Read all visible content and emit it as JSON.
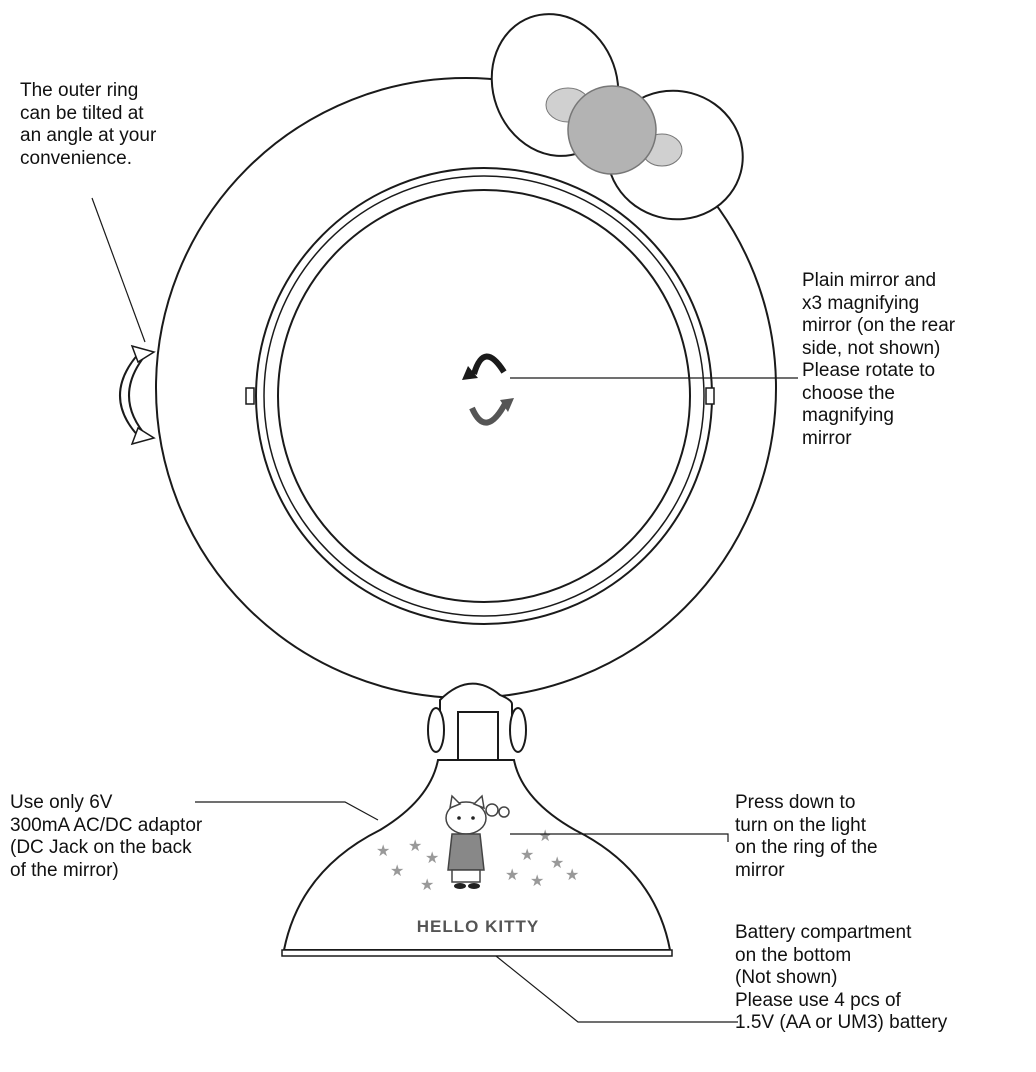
{
  "brand": {
    "logo_text": "HELLO KITTY"
  },
  "callouts": {
    "outer_ring": [
      "The outer ring",
      "can be tilted at",
      "an angle at your",
      "convenience."
    ],
    "mirror": [
      "Plain mirror and",
      "x3 magnifying",
      "mirror (on the rear",
      "side, not shown)",
      "Please rotate to",
      "choose the",
      "magnifying",
      "mirror"
    ],
    "adaptor": [
      "Use only 6V",
      "300mA AC/DC adaptor",
      "(DC Jack on the back",
      "of the mirror)"
    ],
    "light": [
      "Press down to",
      "turn on the light",
      "on the ring of the",
      "mirror"
    ],
    "battery": [
      "Battery compartment",
      "on the bottom",
      "(Not shown)",
      "Please use 4 pcs of",
      "1.5V (AA or UM3) battery"
    ]
  },
  "colors": {
    "line": "#1a1a1a",
    "bow_center": "#b3b3b3",
    "bow_side": "#d0d0d0",
    "star": "#999999",
    "logo": "#555555",
    "background": "#ffffff"
  }
}
